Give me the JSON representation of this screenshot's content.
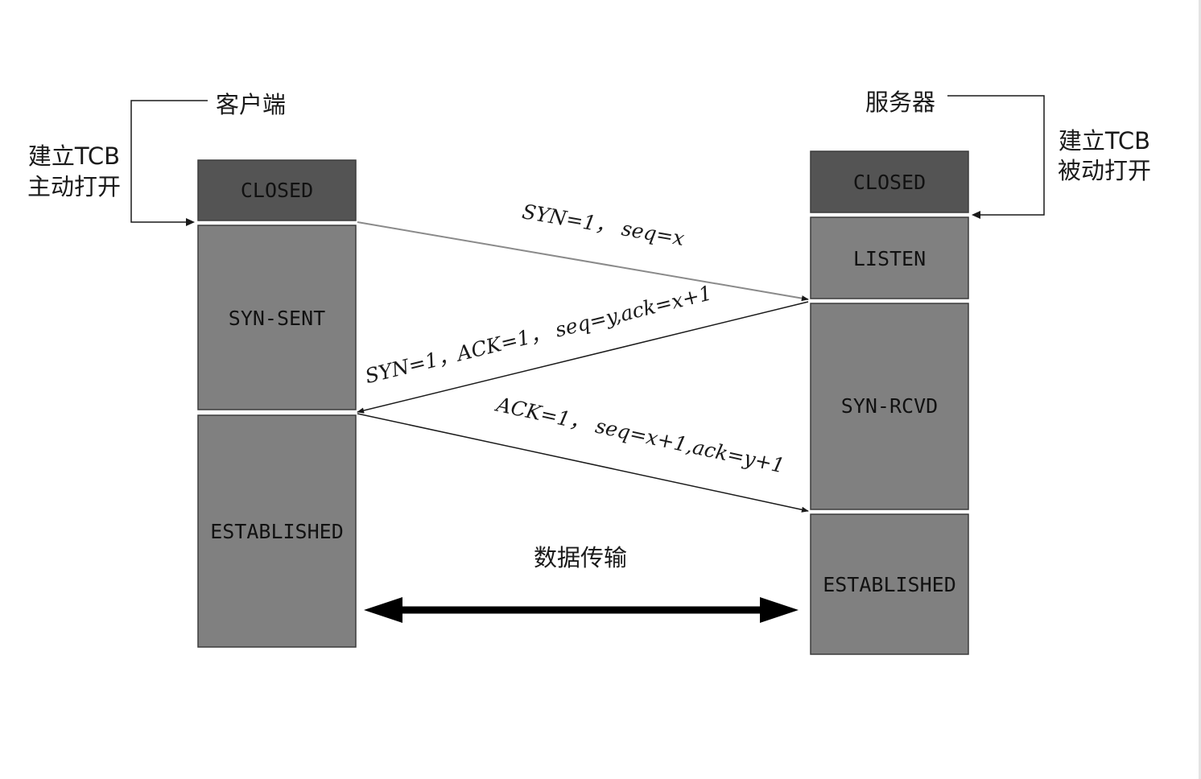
{
  "client": {
    "title": "客户端",
    "tcb_line1": "建立TCB",
    "tcb_line2": "主动打开",
    "states": {
      "closed": "CLOSED",
      "syn_sent": "SYN-SENT",
      "established": "ESTABLISHED"
    }
  },
  "server": {
    "title": "服务器",
    "tcb_line1": "建立TCB",
    "tcb_line2": "被动打开",
    "states": {
      "closed": "CLOSED",
      "listen": "LISTEN",
      "syn_rcvd": "SYN-RCVD",
      "established": "ESTABLISHED"
    }
  },
  "messages": {
    "syn": "SYN=1， seq=x",
    "syn_ack": "SYN=1，ACK=1， seq=y,ack=x+1",
    "ack": "ACK=1， seq=x+1,ack=y+1"
  },
  "data_transfer": "数据传输",
  "colors": {
    "closed_box": "#545454",
    "state_box": "#808080",
    "ink": "#000000"
  }
}
